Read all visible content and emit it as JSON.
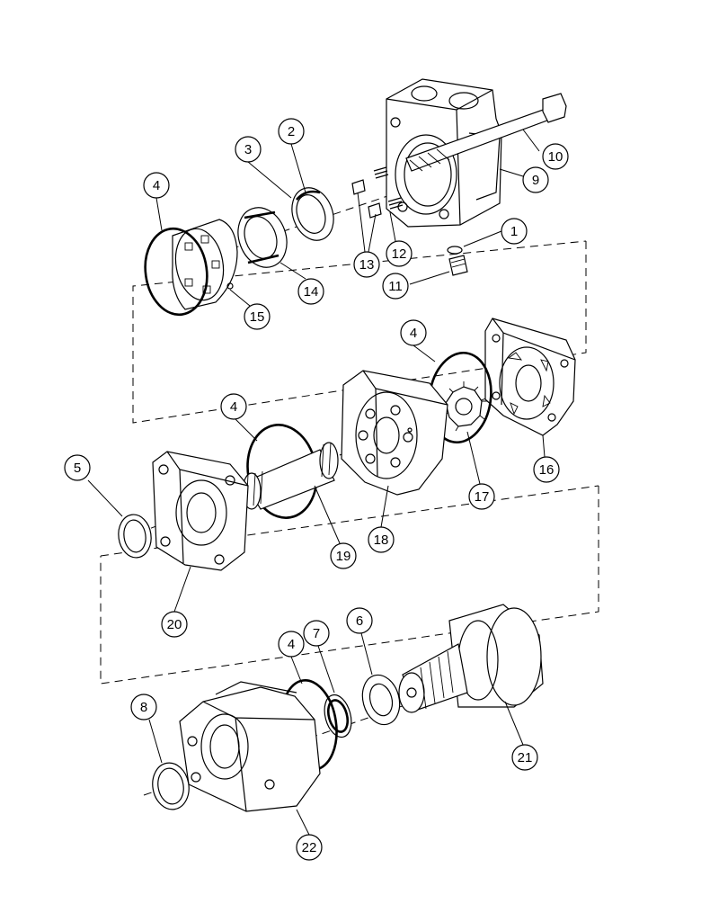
{
  "callouts": [
    {
      "id": "c1",
      "label": "1"
    },
    {
      "id": "c2",
      "label": "2"
    },
    {
      "id": "c3",
      "label": "3"
    },
    {
      "id": "c4a",
      "label": "4"
    },
    {
      "id": "c4b",
      "label": "4"
    },
    {
      "id": "c4c",
      "label": "4"
    },
    {
      "id": "c4d",
      "label": "4"
    },
    {
      "id": "c5",
      "label": "5"
    },
    {
      "id": "c6",
      "label": "6"
    },
    {
      "id": "c7",
      "label": "7"
    },
    {
      "id": "c8",
      "label": "8"
    },
    {
      "id": "c9",
      "label": "9"
    },
    {
      "id": "c10",
      "label": "10"
    },
    {
      "id": "c11",
      "label": "11"
    },
    {
      "id": "c12",
      "label": "12"
    },
    {
      "id": "c13",
      "label": "13"
    },
    {
      "id": "c14",
      "label": "14"
    },
    {
      "id": "c15",
      "label": "15"
    },
    {
      "id": "c16",
      "label": "16"
    },
    {
      "id": "c17",
      "label": "17"
    },
    {
      "id": "c18",
      "label": "18"
    },
    {
      "id": "c19",
      "label": "19"
    },
    {
      "id": "c20",
      "label": "20"
    },
    {
      "id": "c21",
      "label": "21"
    },
    {
      "id": "c22",
      "label": "22"
    }
  ]
}
